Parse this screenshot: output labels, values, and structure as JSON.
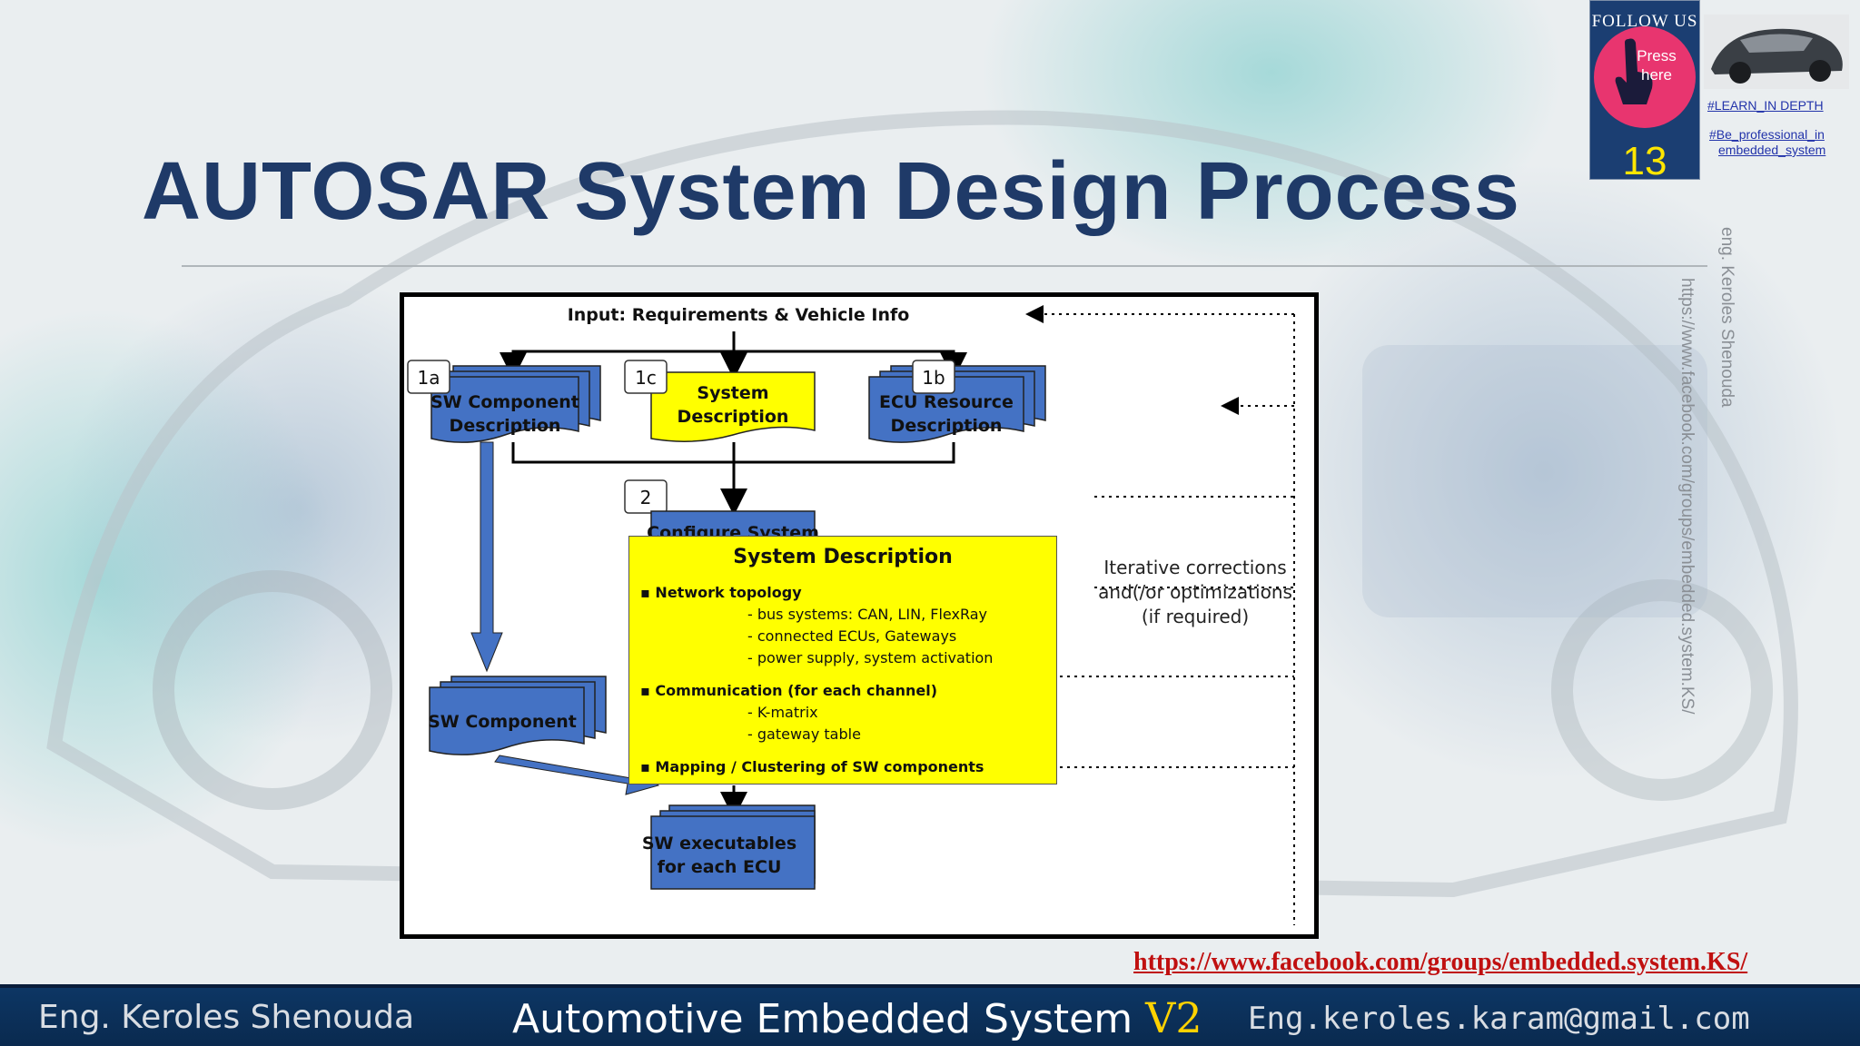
{
  "slide": {
    "title": "AUTOSAR System Design Process"
  },
  "diagram": {
    "input_label": "Input: Requirements & Vehicle Info",
    "tags": {
      "t1a": "1a",
      "t1b": "1b",
      "t1c": "1c",
      "t2": "2"
    },
    "sw_component_description": [
      "SW Component",
      "Description"
    ],
    "system_description_box": [
      "System",
      "Description"
    ],
    "ecu_resource_description": [
      "ECU Resource",
      "Description"
    ],
    "configure_system": "Configure System",
    "sw_component": "SW Component",
    "executables_box": [
      "executables",
      "for each ECU"
    ],
    "sw_executables": [
      "SW executables",
      "for each ECU"
    ],
    "iterative_note": [
      "Iterative corrections",
      "and(/or optimizations",
      "(if required)"
    ],
    "popup": {
      "title": "System Description",
      "network_topology": "Network topology",
      "nt_items": [
        "- bus systems: CAN, LIN, FlexRay",
        "- connected ECUs, Gateways",
        "- power supply, system activation"
      ],
      "communication": "Communication (for each channel)",
      "comm_items": [
        "- K-matrix",
        "- gateway table"
      ],
      "mapping": "Mapping / Clustering of SW components"
    },
    "colors": {
      "blue": "#4472c4",
      "yellow": "#ffff00"
    }
  },
  "follow_badge": {
    "label": "FOLLOW US",
    "press": [
      "Press",
      "here"
    ],
    "number": "13"
  },
  "side": {
    "tag1": "#LEARN_IN DEPTH",
    "tag2a": "#Be_professional_in",
    "tag2b": "embedded_system",
    "vertical_name": "eng. Keroles Shenouda",
    "vertical_url": "https://www.facebook.com/groups/embedded.system.KS/"
  },
  "fb_link": "https://www.facebook.com/groups/embedded.system.KS/",
  "footer": {
    "left": "Eng. Keroles Shenouda",
    "center": "Automotive Embedded System ",
    "version": "V2",
    "right": "Eng.keroles.karam@gmail.com"
  }
}
